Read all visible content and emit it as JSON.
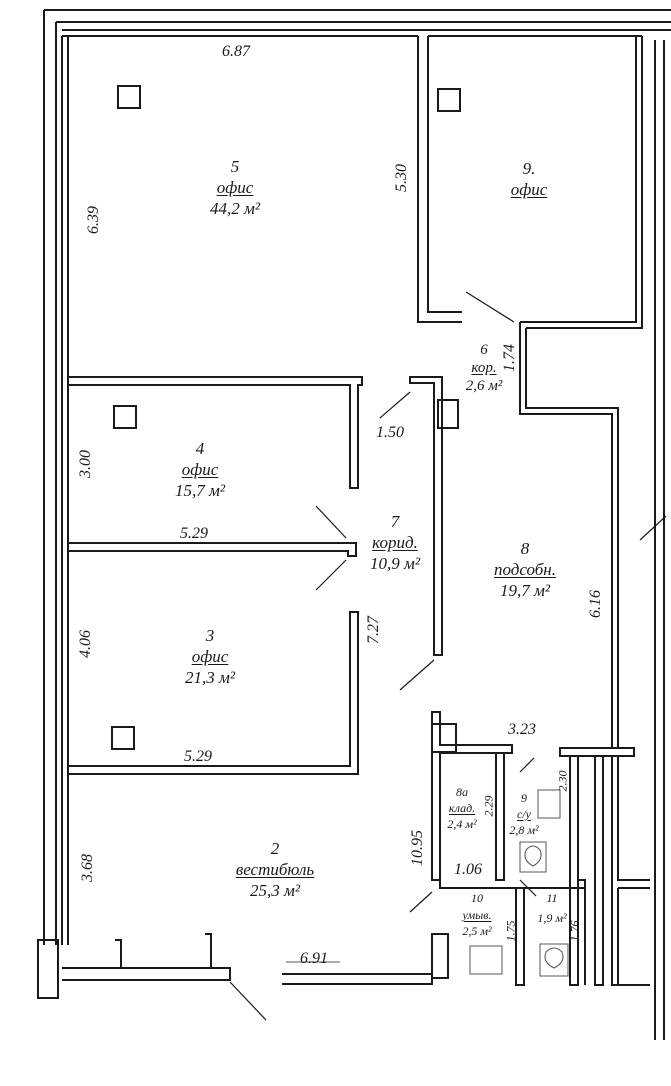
{
  "rooms": [
    {
      "id": "r5",
      "number": "5",
      "name": "офис",
      "area": "44,2 м²"
    },
    {
      "id": "r9",
      "number": "9.",
      "name": "офис",
      "area": ""
    },
    {
      "id": "r6",
      "number": "6",
      "name": "кор.",
      "area": "2,6 м²"
    },
    {
      "id": "r4",
      "number": "4",
      "name": "офис",
      "area": "15,7 м²"
    },
    {
      "id": "r7",
      "number": "7",
      "name": "корид.",
      "area": "10,9 м²"
    },
    {
      "id": "r8",
      "number": "8",
      "name": "подсобн.",
      "area": "19,7 м²"
    },
    {
      "id": "r3",
      "number": "3",
      "name": "офис",
      "area": "21,3 м²"
    },
    {
      "id": "r8a",
      "number": "8а",
      "name": "клад.",
      "area": "2,4 м²"
    },
    {
      "id": "r9b",
      "number": "9",
      "name": "с/у",
      "area": "2,8 м²"
    },
    {
      "id": "r2",
      "number": "2",
      "name": "вестибюль",
      "area": "25,3 м²"
    },
    {
      "id": "r10",
      "number": "10",
      "name": "умыв.",
      "area": "2,5 м²"
    },
    {
      "id": "r11",
      "number": "11",
      "name": "",
      "area": "1,9 м²"
    }
  ],
  "dimensions": {
    "d_687": "6.87",
    "d_639": "6.39",
    "d_530": "5.30",
    "d_174": "1.74",
    "d_150": "1.50",
    "d_300": "3.00",
    "d_529a": "5.29",
    "d_727": "7.27",
    "d_616": "6.16",
    "d_406": "4.06",
    "d_529b": "5.29",
    "d_323": "3.23",
    "d_230": "2.30",
    "d_229": "2.29",
    "d_1095": "10.95",
    "d_106": "1.06",
    "d_368": "3.68",
    "d_691": "6.91",
    "d_175": "1.75",
    "d_176": "1.76"
  }
}
